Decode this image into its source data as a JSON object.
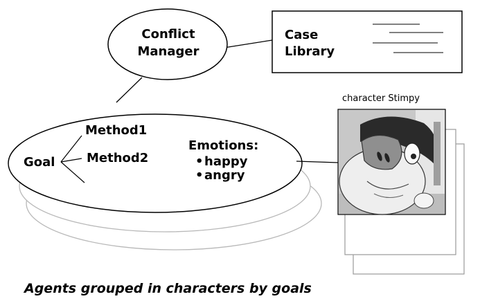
{
  "conflict_manager": {
    "line1": "Conflict",
    "line2": "Manager"
  },
  "case_library": {
    "line1": "Case",
    "line2": "Library"
  },
  "agent": {
    "goal": "Goal",
    "methods": [
      "Method1",
      "Method2"
    ],
    "emotions_title": "Emotions:",
    "emotions": [
      "happy",
      "angry"
    ],
    "bullet": "•"
  },
  "character": {
    "label": "character Stimpy",
    "image_description": "cartoon character portrait"
  },
  "caption": "Agents grouped in characters by goals",
  "colors": {
    "outline": "#000000",
    "stack_outline": "#b8b8b8",
    "frame_outline": "#9a9a9a",
    "background": "#ffffff"
  }
}
